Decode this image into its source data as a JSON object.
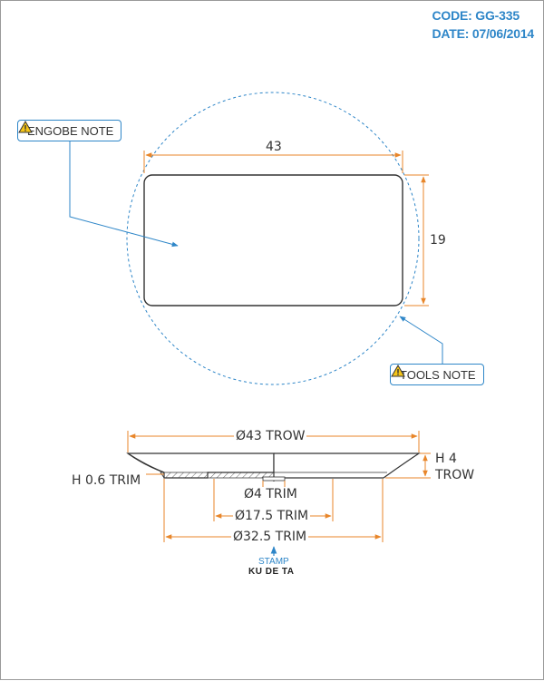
{
  "header": {
    "code": "CODE: GG-335",
    "date": "DATE: 07/06/2014"
  },
  "notes": {
    "engobe": "ENGOBE NOTE",
    "tools": "TOOLS NOTE"
  },
  "top_view": {
    "width": "43",
    "height": "19"
  },
  "section": {
    "outer_diameter": "Ø43 TROW",
    "height": "H 4",
    "height_unit": "TROW",
    "trim_height": "H 0.6 TRIM",
    "center_diameter": "Ø4 TRIM",
    "inner_diameter": "Ø17.5 TRIM",
    "foot_diameter": "Ø32.5 TRIM"
  },
  "stamp": {
    "label": "STAMP",
    "text": "KU DE TA"
  },
  "colors": {
    "accent": "#2e86c8",
    "dimension": "#e8862a",
    "outline": "#333333"
  }
}
